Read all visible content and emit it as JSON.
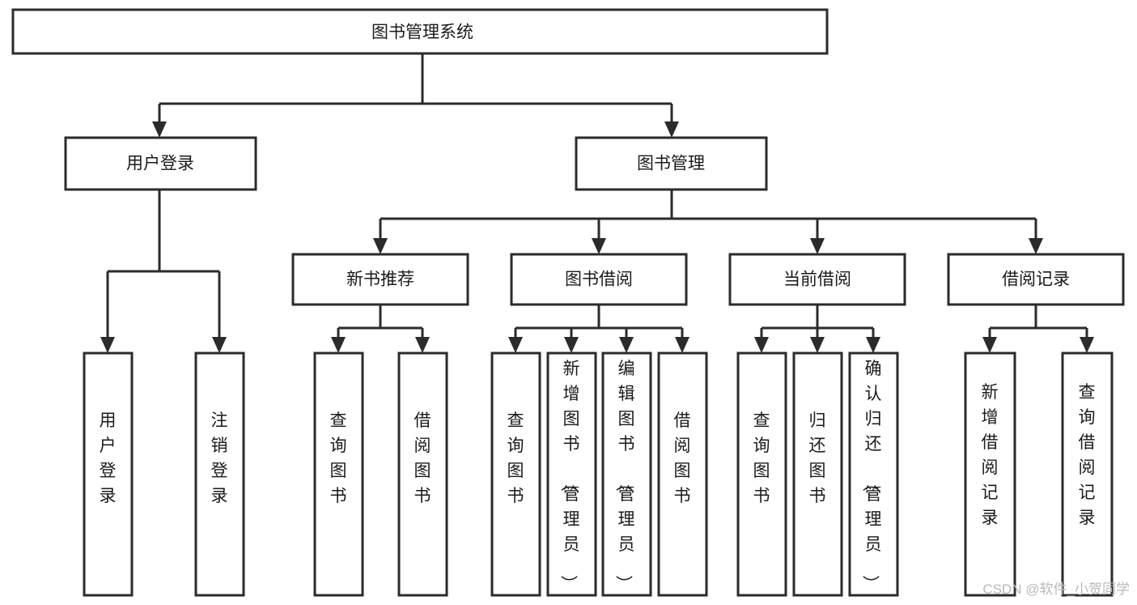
{
  "diagram": {
    "title": "图书管理系统",
    "type": "hierarchy-tree",
    "orientation": "top-down",
    "colors": {
      "box_fill": "#ffffff",
      "box_stroke": "#2b2b2b",
      "connector": "#2b2b2b",
      "text": "#1a1a1a",
      "watermark": "#b9b9b9"
    },
    "root": {
      "label": "图书管理系统",
      "text_orientation": "horizontal"
    },
    "level2": [
      {
        "label": "用户登录",
        "text_orientation": "horizontal"
      },
      {
        "label": "图书管理",
        "text_orientation": "horizontal"
      }
    ],
    "level3": [
      {
        "label": "新书推荐",
        "text_orientation": "horizontal"
      },
      {
        "label": "图书借阅",
        "text_orientation": "horizontal"
      },
      {
        "label": "当前借阅",
        "text_orientation": "horizontal"
      },
      {
        "label": "借阅记录",
        "text_orientation": "horizontal"
      }
    ],
    "leaves": {
      "user_login": [
        {
          "label": "用户登录",
          "text_orientation": "vertical"
        },
        {
          "label": "注销登录",
          "text_orientation": "vertical"
        }
      ],
      "new_book_recommend": [
        {
          "label": "查询图书",
          "text_orientation": "vertical"
        },
        {
          "label": "借阅图书",
          "text_orientation": "vertical"
        }
      ],
      "book_borrow": [
        {
          "label": "查询图书",
          "text_orientation": "vertical"
        },
        {
          "label": "新增图书（管理员）",
          "text_orientation": "vertical"
        },
        {
          "label": "编辑图书（管理员）",
          "text_orientation": "vertical"
        },
        {
          "label": "借阅图书",
          "text_orientation": "vertical"
        }
      ],
      "current_borrow": [
        {
          "label": "查询图书",
          "text_orientation": "vertical"
        },
        {
          "label": "归还图书",
          "text_orientation": "vertical"
        },
        {
          "label": "确认归还（管理员）",
          "text_orientation": "vertical"
        }
      ],
      "borrow_record": [
        {
          "label": "新增借阅记录",
          "text_orientation": "vertical"
        },
        {
          "label": "查询借阅记录",
          "text_orientation": "vertical"
        }
      ]
    }
  },
  "watermark": {
    "text": "CSDN @软件_小贺同学"
  }
}
